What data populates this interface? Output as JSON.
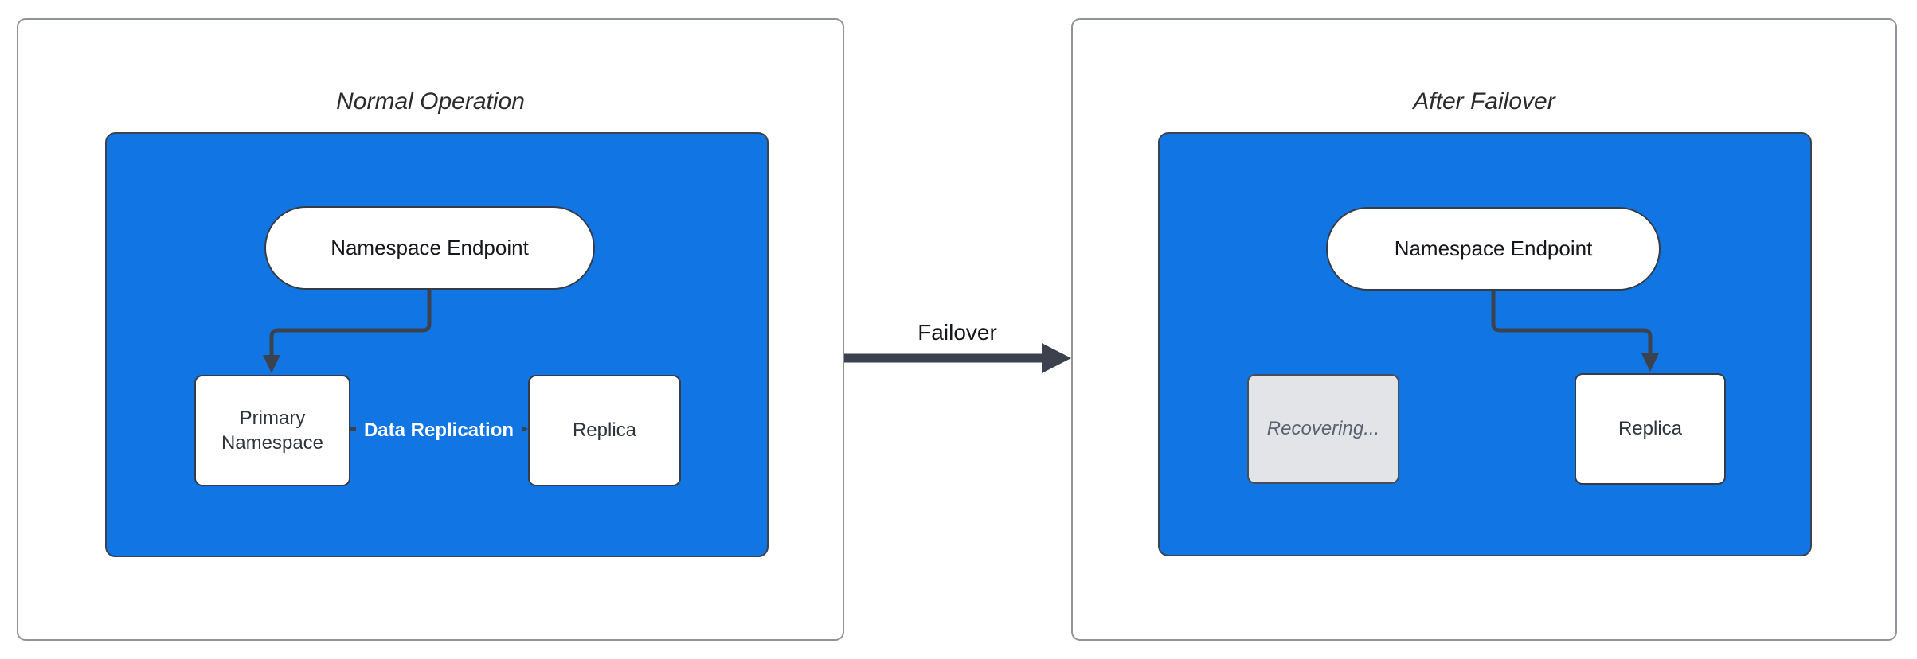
{
  "panels": [
    {
      "title": "Normal Operation",
      "endpoint_label": "Namespace Endpoint",
      "primary_label": "Primary Namespace",
      "replica_label": "Replica",
      "replication_label": "Data Replication"
    },
    {
      "title": "After Failover",
      "endpoint_label": "Namespace Endpoint",
      "recovering_label": "Recovering...",
      "replica_label": "Replica"
    }
  ],
  "failover_label": "Failover",
  "colors": {
    "cluster_blue": "#1176e3",
    "stroke_dark": "#3b424e",
    "panel_border": "#90939a",
    "recovering_fill": "#e2e4e8",
    "recovering_text": "#5a6270",
    "title_text": "#2b2b2b",
    "replication_text": "#ffffff"
  }
}
